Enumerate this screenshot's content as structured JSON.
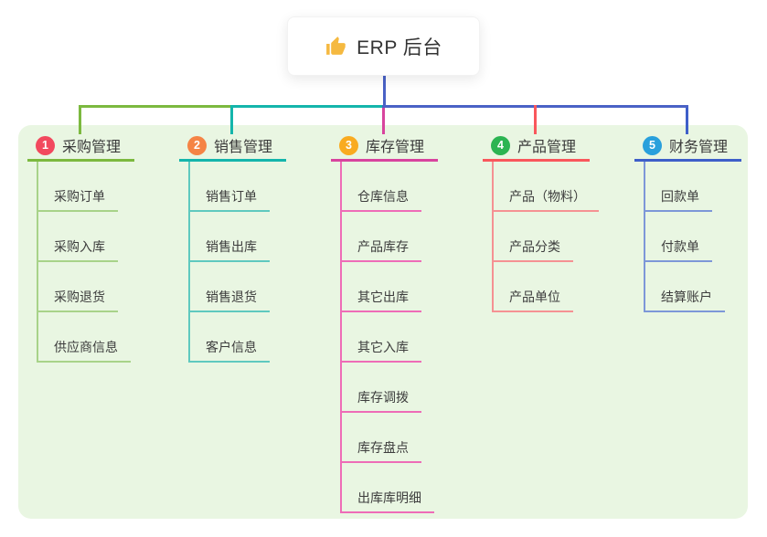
{
  "root": {
    "title": "ERP 后台",
    "icon": "thumbs-up-icon",
    "icon_color": "#f5b940"
  },
  "colors": {
    "panel_background": "#e9f6e2",
    "root_connector": "#4a62c6",
    "card_background": "#ffffff",
    "title_text": "#333333",
    "node_text": "#3d3d3d"
  },
  "branches": [
    {
      "badge": "1",
      "label": "采购管理",
      "badge_color": "#f2495e",
      "line_color": "#7cb93f",
      "child_line_color": "#a8d389",
      "children": [
        "采购订单",
        "采购入库",
        "采购退货",
        "供应商信息"
      ]
    },
    {
      "badge": "2",
      "label": "销售管理",
      "badge_color": "#f58445",
      "line_color": "#14b5ab",
      "child_line_color": "#5fc9bf",
      "children": [
        "销售订单",
        "销售出库",
        "销售退货",
        "客户信息"
      ]
    },
    {
      "badge": "3",
      "label": "库存管理",
      "badge_color": "#f9ab20",
      "line_color": "#d8449e",
      "child_line_color": "#ee6cb7",
      "children": [
        "仓库信息",
        "产品库存",
        "其它出库",
        "其它入库",
        "库存调拨",
        "库存盘点",
        "出库库明细"
      ]
    },
    {
      "badge": "4",
      "label": "产品管理",
      "badge_color": "#2cb452",
      "line_color": "#f9575c",
      "child_line_color": "#f59193",
      "children": [
        "产品（物料）",
        "产品分类",
        "产品单位"
      ]
    },
    {
      "badge": "5",
      "label": "财务管理",
      "badge_color": "#29a0dc",
      "line_color": "#3e5fc9",
      "child_line_color": "#7d97d8",
      "children": [
        "回款单",
        "付款单",
        "结算账户"
      ]
    }
  ]
}
